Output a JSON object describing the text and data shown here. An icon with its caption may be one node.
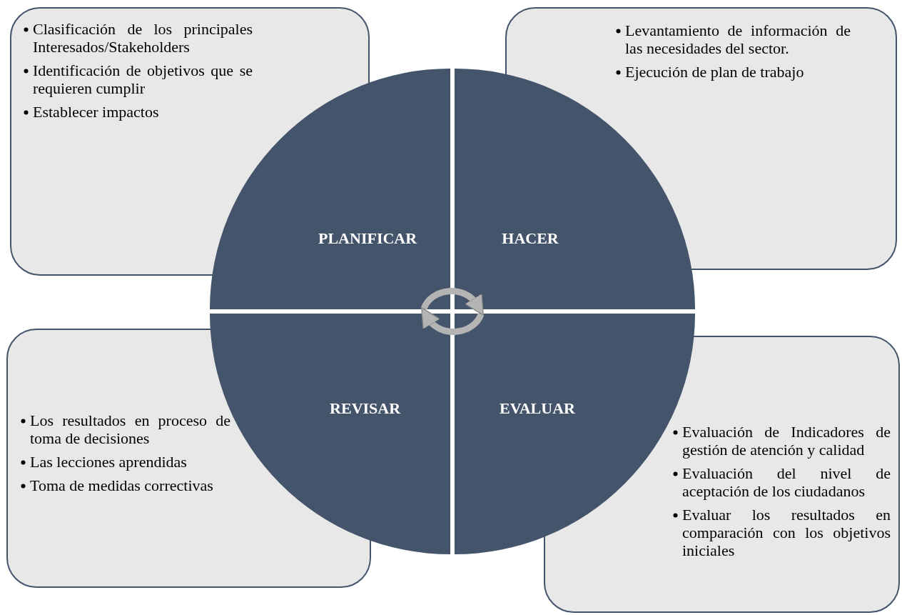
{
  "diagram": {
    "nodes": [
      {
        "text": [
          "Clasificación de los principales Interesados/Stakeholders",
          "Identificación de objetivos que se requieren cumplir",
          "Establecer impactos"
        ]
      },
      {
        "text": [
          "Levantamiento de información de las necesidades del sector.",
          "Ejecución de plan de trabajo"
        ]
      },
      {
        "text": [
          "PLANIFICAR"
        ]
      },
      {
        "text": [
          "HACER"
        ]
      },
      {
        "text": [
          "Los resultados en proceso de toma de decisiones",
          "Las lecciones aprendidas",
          "Toma de medidas correctivas"
        ]
      },
      {
        "text": [
          "REVISAR"
        ]
      },
      {
        "text": [
          "EVALUAR"
        ]
      },
      {
        "text": [
          "Evaluación de Indicadores de gestión de atención y calidad",
          "Evaluación del nivel de aceptación de los ciudadanos",
          "Evaluar los resultados en comparación con los objetivos iniciales"
        ]
      }
    ],
    "edges": [
      {
        "from": 2,
        "to": 3,
        "arrow": "to"
      },
      {
        "from": 6,
        "to": 5,
        "arrow": "to"
      }
    ]
  }
}
